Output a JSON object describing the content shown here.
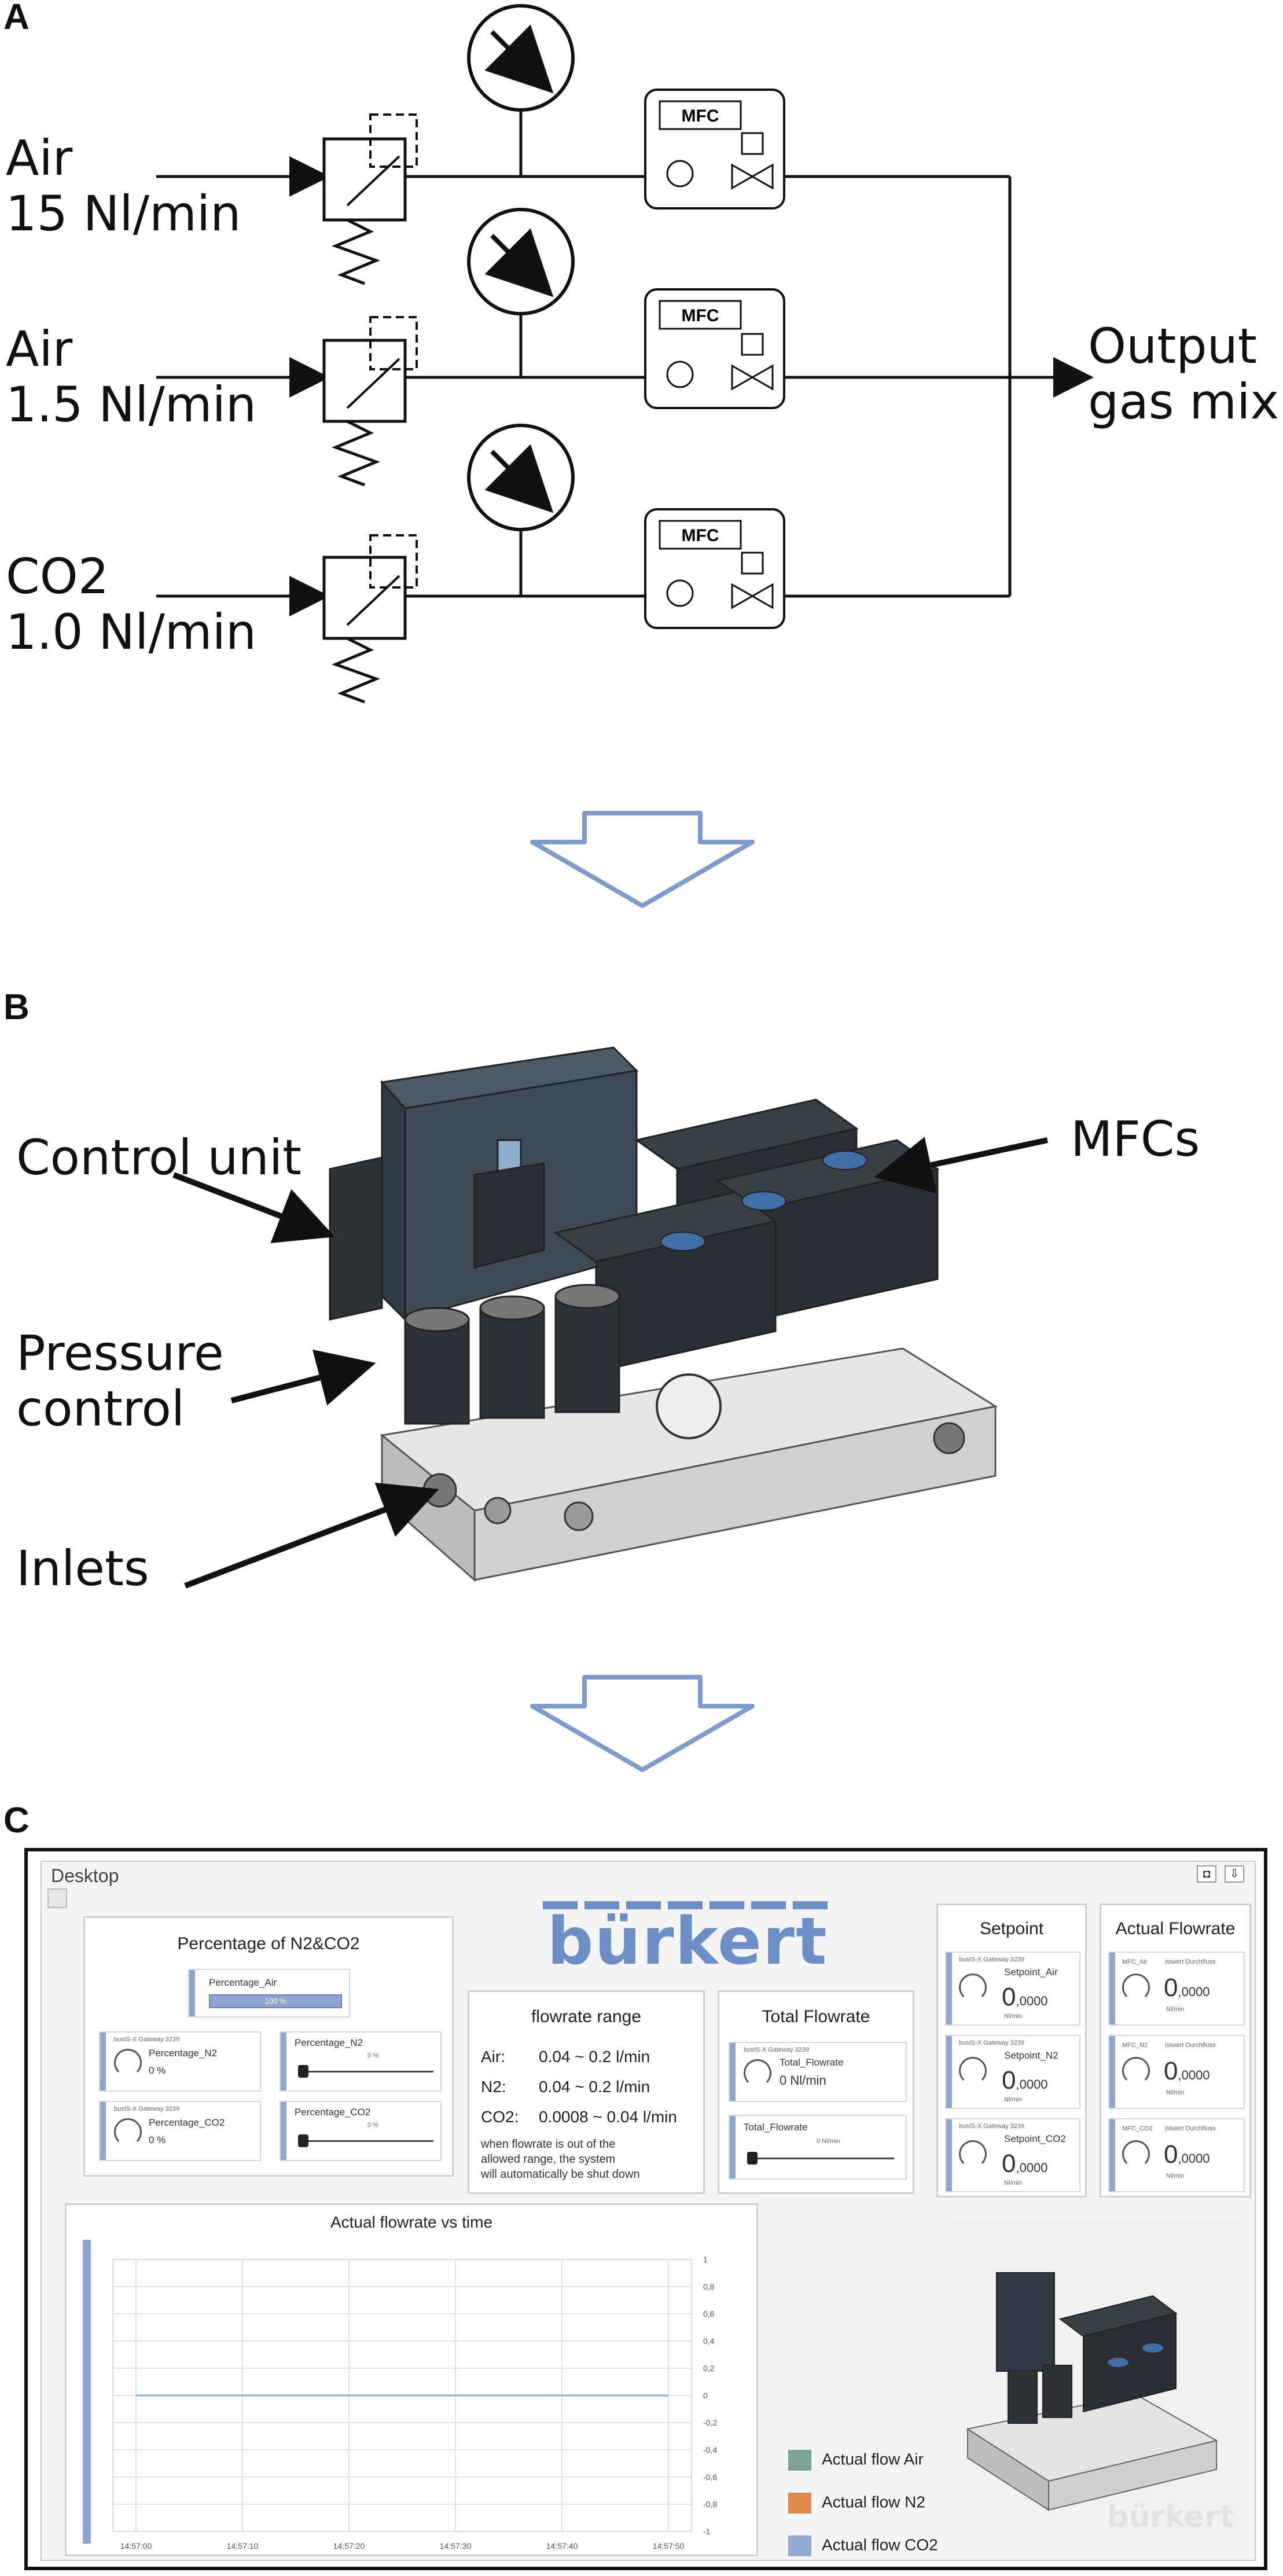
{
  "panels": {
    "a": "A",
    "b": "B",
    "c": "C"
  },
  "panel_a": {
    "inputs": [
      {
        "gas": "Air",
        "flow": "15 Nl/min"
      },
      {
        "gas": "Air",
        "flow": "1.5 Nl/min"
      },
      {
        "gas": "CO2",
        "flow": "1.0 Nl/min"
      }
    ],
    "mfc_label": "MFC",
    "output_line1": "Output",
    "output_line2": "gas mix"
  },
  "panel_b": {
    "label_control_unit": "Control unit",
    "label_pressure_1": "Pressure",
    "label_pressure_2": "control",
    "label_inlets": "Inlets",
    "label_mfcs": "MFCs"
  },
  "panel_c": {
    "window_title": "Desktop",
    "percentage_box": {
      "title": "Percentage of N2&CO2",
      "air_label": "Percentage_Air",
      "air_value": "100 %",
      "n2_small_header": "busIS-X Gateway 3239",
      "n2_name": "Percentage_N2",
      "n2_value": "0 %",
      "co2_small_header": "busIS-X Gateway 3239",
      "co2_name": "Percentage_CO2",
      "co2_value": "0 %",
      "n2_slider_label": "Percentage_N2",
      "n2_slider_unit": "0 %",
      "co2_slider_label": "Percentage_CO2",
      "co2_slider_unit": "0 %"
    },
    "brand": "bürkert",
    "flowrate_range": {
      "title": "flowrate range",
      "rows": [
        {
          "gas": "Air:",
          "range": "0.04 ~ 0.2 l/min"
        },
        {
          "gas": "N2:",
          "range": "0.04 ~ 0.2 l/min"
        },
        {
          "gas": "CO2:",
          "range": "0.0008 ~ 0.04 l/min"
        }
      ],
      "note_1": "when flowrate is out of the",
      "note_2": "allowed range, the system",
      "note_3": "will automatically be shut down"
    },
    "total_flowrate": {
      "title": "Total Flowrate",
      "small_header": "busIS-X Gateway 3239",
      "name": "Total_Flowrate",
      "value": "0 Nl/min",
      "slider_label": "Total_Flowrate",
      "slider_unit": "0 Nl/min"
    },
    "setpoint": {
      "title": "Setpoint",
      "tiles": [
        {
          "header": "busIS-X Gateway 3239",
          "name": "Setpoint_Air",
          "value": "0",
          "decimals": ",0000",
          "unit": "Nl/min"
        },
        {
          "header": "busIS-X Gateway 3239",
          "name": "Setpoint_N2",
          "value": "0",
          "decimals": ",0000",
          "unit": "Nl/min"
        },
        {
          "header": "busIS-X Gateway 3239",
          "name": "Setpoint_CO2",
          "value": "0",
          "decimals": ",0000",
          "unit": "Nl/min"
        }
      ]
    },
    "actual_flowrate": {
      "title": "Actual Flowrate",
      "tiles": [
        {
          "header": "MFC_Air",
          "name": "Istwert Durchfluss",
          "value": "0",
          "decimals": ",0000",
          "unit": "Nl/min"
        },
        {
          "header": "MFC_N2",
          "name": "Istwert Durchfluss",
          "value": "0",
          "decimals": ",0000",
          "unit": "Nl/min"
        },
        {
          "header": "MFC_CO2",
          "name": "Istwert Durchfluss",
          "value": "0",
          "decimals": ",0000",
          "unit": "Nl/min"
        }
      ]
    },
    "legend": [
      {
        "label": "Actual flow Air",
        "color": "#7aa594"
      },
      {
        "label": "Actual flow N2",
        "color": "#dd8a4a"
      },
      {
        "label": "Actual flow CO2",
        "color": "#93acd6"
      }
    ],
    "watermark": "bürkert"
  },
  "chart_data": {
    "type": "line",
    "title": "Actual flowrate vs time",
    "x": [
      "14:57:00",
      "14:57:10",
      "14:57:20",
      "14:57:30",
      "14:57:40",
      "14:57:50"
    ],
    "yticks": [
      "1",
      "0,8",
      "0,6",
      "0,4",
      "0,2",
      "0",
      "-0,2",
      "-0,4",
      "-0,6",
      "-0,8",
      "-1"
    ],
    "ylim": [
      -1,
      1
    ],
    "series": [
      {
        "name": "Actual flow Air",
        "values": [
          0,
          0,
          0,
          0,
          0,
          0
        ]
      },
      {
        "name": "Actual flow N2",
        "values": [
          0,
          0,
          0,
          0,
          0,
          0
        ]
      },
      {
        "name": "Actual flow CO2",
        "values": [
          0,
          0,
          0,
          0,
          0,
          0
        ]
      }
    ],
    "grid": true
  }
}
